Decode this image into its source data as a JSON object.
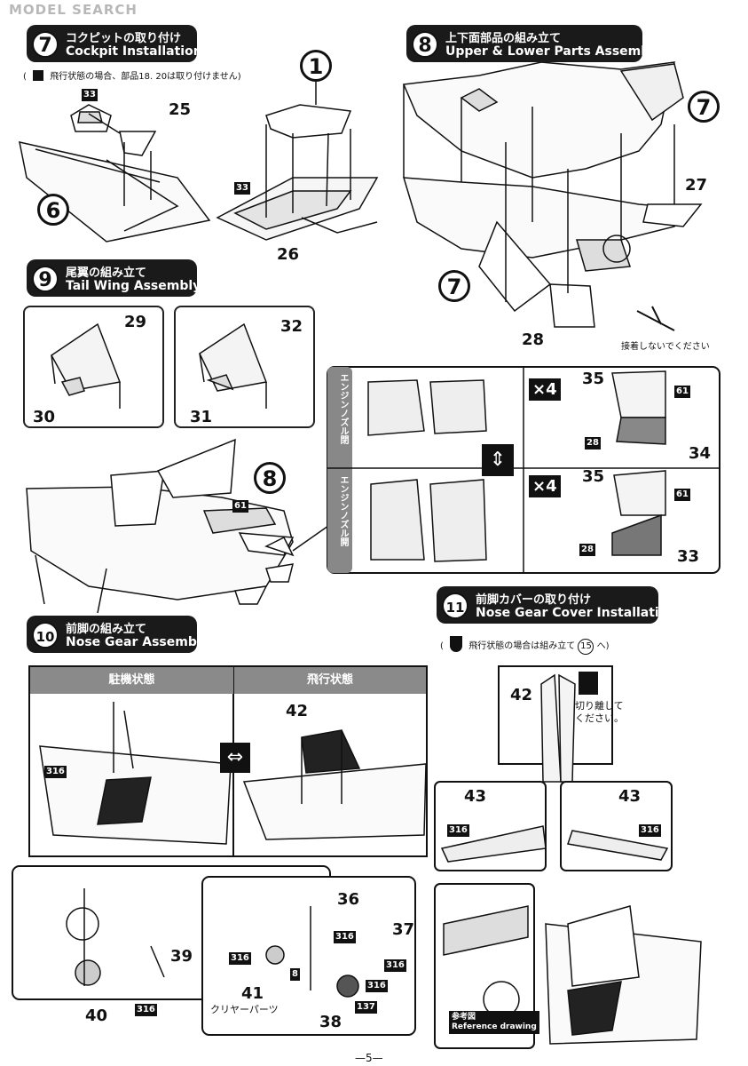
{
  "watermark": "MODEL SEARCH",
  "page_number": "—5—",
  "steps": {
    "s7": {
      "num": "7",
      "jp": "コクピットの取り付け",
      "en": "Cockpit Installation",
      "note": "飛行状態の場合、部品18. 20は取り付けません)",
      "note_prefix": "(",
      "circle": "1",
      "ref_circle": "6"
    },
    "s8": {
      "num": "8",
      "jp": "上下面部品の組み立て",
      "en": "Upper & Lower Parts Assembly",
      "caution": "接着しないでください",
      "ref_circle_a": "7",
      "ref_circle_b": "7"
    },
    "s9": {
      "num": "9",
      "jp": "尾翼の組み立て",
      "en": "Tail Wing Assembly",
      "ref_circle": "8",
      "nozzle_closed": "エンジンノズル閉",
      "nozzle_open": "エンジンノズル開",
      "times": "×4",
      "times2": "×4"
    },
    "s10": {
      "num": "10",
      "jp": "前脚の組み立て",
      "en": "Nose Gear Assembly",
      "parked": "駐機状態",
      "flight": "飛行状態",
      "clear_parts": "クリヤーパーツ"
    },
    "s11": {
      "num": "11",
      "jp": "前脚カバーの取り付け",
      "en": "Nose Gear Cover Installation",
      "note": "飛行状態の場合は組み立て",
      "note_ref": "15",
      "note_tail": "へ)",
      "note_prefix": "(",
      "cut": "切り離して\nください。",
      "ref_jp": "参考図",
      "ref_en": "Reference drawing"
    }
  },
  "part_numbers": {
    "p25": "25",
    "p26": "26",
    "p27": "27",
    "p28": "28",
    "p29": "29",
    "p30": "30",
    "p31": "31",
    "p32": "32",
    "p34": "34",
    "p33b": "33",
    "p35a": "35",
    "p35b": "35",
    "p36": "36",
    "p37": "37",
    "p38": "38",
    "p39": "39",
    "p40": "40",
    "p41": "41",
    "p42a": "42",
    "p42b": "42",
    "p43a": "43",
    "p43b": "43"
  },
  "paint_codes": {
    "c33a": "33",
    "c33b": "33",
    "c61a": "61",
    "c61b": "61",
    "c61c": "61",
    "c28a": "28",
    "c28b": "28",
    "c316a": "316",
    "c316b": "316",
    "c316c": "316",
    "c316d": "316",
    "c316e": "316",
    "c316f": "316",
    "c316g": "316",
    "c316h": "316",
    "c8": "8",
    "c137": "137"
  }
}
